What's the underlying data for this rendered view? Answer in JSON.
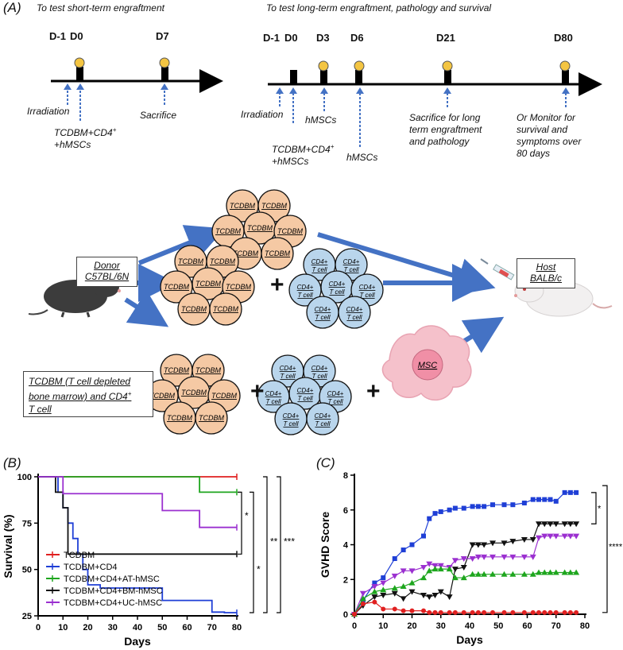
{
  "panel_a": {
    "label": "(A)",
    "short": {
      "heading": "To test short-term engraftment",
      "days": [
        "D-1",
        "D0",
        "D7"
      ],
      "notes": {
        "irradiation": "Irradiation",
        "inject_l1": "TCDBM+CD4",
        "inject_sup": "+",
        "inject_l2": "+hMSCs",
        "sacrifice": "Sacrifice"
      }
    },
    "long": {
      "heading": "To test long-term engraftment, pathology and survival",
      "days": [
        "D-1",
        "D0",
        "D3",
        "D6",
        "D21",
        "D80"
      ],
      "notes": {
        "irradiation": "Irradiation",
        "hmsc_d3": "hMSCs",
        "inject_l1": "TCDBM+CD4",
        "inject_sup": "+",
        "inject_l2": "+hMSCs",
        "hmsc_d6": "hMSCs",
        "sacrifice_l1": "Sacrifice for long",
        "sacrifice_l2": "term engraftment",
        "sacrifice_l3": "and pathology",
        "monitor_l1": "Or Monitor for",
        "monitor_l2": "survival and",
        "monitor_l3": "symptoms over",
        "monitor_l4": "80 days"
      }
    },
    "donor": {
      "line1": "Donor",
      "line2": "C57BL/6N"
    },
    "host": {
      "line1": "Host",
      "line2": "BALB/c"
    },
    "tcdbm_box": {
      "line1": "TCDBM (T cell depleted",
      "line2": "bone marrow) and CD4",
      "sup": "+",
      "line3": "T cell"
    },
    "cell_tcdbm": "TCDBM",
    "cell_cd4_l1": "CD4",
    "cell_cd4_sup": "+",
    "cell_cd4_l2": "T cell",
    "msc": "MSC",
    "plus": "+",
    "colors": {
      "tcdbm_fill": "#f5c9a4",
      "cd4_fill": "#b9d5ec",
      "msc_fill": "#f5c1cb",
      "arrow": "#4472c4",
      "timeline_marker": "#f4c542"
    }
  },
  "panel_b": {
    "label": "(B)",
    "chart_data": {
      "type": "line",
      "subtype": "kaplan-meier step",
      "xlabel": "Days",
      "ylabel": "Survival (%)",
      "xlim": [
        0,
        80
      ],
      "ylim": [
        25,
        100
      ],
      "xticks": [
        0,
        10,
        20,
        30,
        40,
        50,
        60,
        70,
        80
      ],
      "yticks": [
        25,
        50,
        75,
        100
      ],
      "legend_position": "bottom-left",
      "series": [
        {
          "name": "TCDBM",
          "color": "#e02020",
          "x": [
            0,
            80
          ],
          "y": [
            100,
            100
          ]
        },
        {
          "name": "TCDBM+CD4",
          "color": "#1f3fd6",
          "x": [
            0,
            8,
            8,
            10,
            10,
            12,
            12,
            14,
            14,
            16,
            16,
            18,
            18,
            20,
            20,
            25,
            25,
            50,
            50,
            70,
            70,
            75,
            75,
            80
          ],
          "y": [
            100,
            100,
            91.7,
            91.7,
            83.3,
            83.3,
            75,
            75,
            66.7,
            66.7,
            58.3,
            58.3,
            50,
            50,
            41.7,
            41.7,
            40,
            40,
            33.3,
            33.3,
            27,
            27,
            26.7,
            26.7
          ]
        },
        {
          "name": "TCDBM+CD4+AT-hMSC",
          "color": "#1ea61e",
          "x": [
            0,
            65,
            65,
            80
          ],
          "y": [
            100,
            100,
            91.7,
            91.7
          ]
        },
        {
          "name": "TCDBM+CD4+BM-hMSC",
          "color": "#111111",
          "x": [
            0,
            7,
            7,
            10,
            10,
            12,
            12,
            80
          ],
          "y": [
            100,
            100,
            91.7,
            91.7,
            83.3,
            83.3,
            58.3,
            58.3
          ]
        },
        {
          "name": "TCDBM+CD4+UC-hMSC",
          "color": "#9b30d0",
          "x": [
            0,
            10,
            10,
            50,
            50,
            65,
            65,
            80
          ],
          "y": [
            100,
            100,
            90.9,
            90.9,
            81.8,
            81.8,
            72.7,
            72.7
          ]
        }
      ],
      "significance": [
        "*",
        "*",
        "**",
        "***"
      ]
    }
  },
  "panel_c": {
    "label": "(C)",
    "chart_data": {
      "type": "line",
      "xlabel": "Days",
      "ylabel": "GVHD Score",
      "xlim": [
        0,
        80
      ],
      "ylim": [
        0,
        8
      ],
      "xticks": [
        0,
        10,
        20,
        30,
        40,
        50,
        60,
        70,
        80
      ],
      "yticks": [
        0,
        2,
        4,
        6,
        8
      ],
      "series": [
        {
          "color": "#1f3fd6",
          "marker": "square",
          "x": [
            0,
            3,
            7,
            10,
            14,
            17,
            20,
            24,
            26,
            28,
            30,
            33,
            35,
            38,
            41,
            43,
            45,
            48,
            52,
            55,
            59,
            62,
            64,
            66,
            68,
            70,
            73,
            75,
            77
          ],
          "y": [
            0,
            0.8,
            1.8,
            2.1,
            3.2,
            3.7,
            4.0,
            4.5,
            5.5,
            5.8,
            5.9,
            6.0,
            6.1,
            6.1,
            6.2,
            6.2,
            6.2,
            6.3,
            6.3,
            6.3,
            6.4,
            6.6,
            6.6,
            6.6,
            6.6,
            6.5,
            7.0,
            7.0,
            7.0
          ]
        },
        {
          "color": "#111111",
          "marker": "triangle-down",
          "x": [
            0,
            3,
            7,
            10,
            14,
            17,
            20,
            24,
            26,
            28,
            30,
            33,
            35,
            38,
            41,
            43,
            45,
            48,
            52,
            55,
            59,
            62,
            64,
            66,
            68,
            70,
            73,
            75,
            77
          ],
          "y": [
            0,
            0.5,
            1.0,
            1.1,
            1.2,
            0.9,
            1.3,
            1.1,
            1.0,
            1.1,
            1.3,
            1.0,
            2.6,
            2.7,
            4.0,
            4.0,
            4.0,
            4.1,
            4.1,
            4.2,
            4.3,
            4.3,
            5.2,
            5.2,
            5.2,
            5.2,
            5.2,
            5.2,
            5.2
          ]
        },
        {
          "color": "#9b30d0",
          "marker": "triangle-down",
          "x": [
            0,
            3,
            7,
            10,
            14,
            17,
            20,
            24,
            26,
            28,
            30,
            33,
            35,
            38,
            41,
            43,
            45,
            48,
            52,
            55,
            59,
            62,
            64,
            66,
            68,
            70,
            73,
            75,
            77
          ],
          "y": [
            0,
            1.2,
            1.6,
            1.8,
            2.2,
            2.5,
            2.5,
            2.7,
            2.9,
            2.8,
            2.8,
            2.7,
            3.1,
            3.2,
            3.2,
            3.3,
            3.3,
            3.3,
            3.3,
            3.3,
            3.3,
            3.3,
            4.4,
            4.5,
            4.5,
            4.5,
            4.5,
            4.5,
            4.5
          ]
        },
        {
          "color": "#1ea61e",
          "marker": "triangle-up",
          "x": [
            0,
            3,
            7,
            10,
            14,
            17,
            20,
            24,
            26,
            28,
            30,
            33,
            35,
            38,
            41,
            43,
            45,
            48,
            52,
            55,
            59,
            62,
            64,
            66,
            68,
            70,
            73,
            75,
            77
          ],
          "y": [
            0,
            0.9,
            1.3,
            1.4,
            1.5,
            1.6,
            1.8,
            2.1,
            2.5,
            2.6,
            2.6,
            2.6,
            2.1,
            2.1,
            2.3,
            2.3,
            2.3,
            2.3,
            2.3,
            2.3,
            2.3,
            2.3,
            2.4,
            2.4,
            2.4,
            2.4,
            2.4,
            2.4,
            2.4
          ]
        },
        {
          "color": "#e02020",
          "marker": "circle",
          "x": [
            0,
            3,
            7,
            10,
            14,
            17,
            20,
            24,
            26,
            28,
            30,
            33,
            35,
            38,
            41,
            43,
            45,
            48,
            52,
            55,
            59,
            62,
            64,
            66,
            68,
            70,
            73,
            75,
            77
          ],
          "y": [
            0,
            0.6,
            0.7,
            0.3,
            0.3,
            0.2,
            0.2,
            0.2,
            0.1,
            0.1,
            0.1,
            0.1,
            0.1,
            0.1,
            0.1,
            0.1,
            0.1,
            0.1,
            0.1,
            0.1,
            0.1,
            0.1,
            0.1,
            0.1,
            0.1,
            0.1,
            0.1,
            0.1,
            0.1
          ]
        }
      ],
      "significance": [
        "*",
        "****"
      ]
    }
  }
}
